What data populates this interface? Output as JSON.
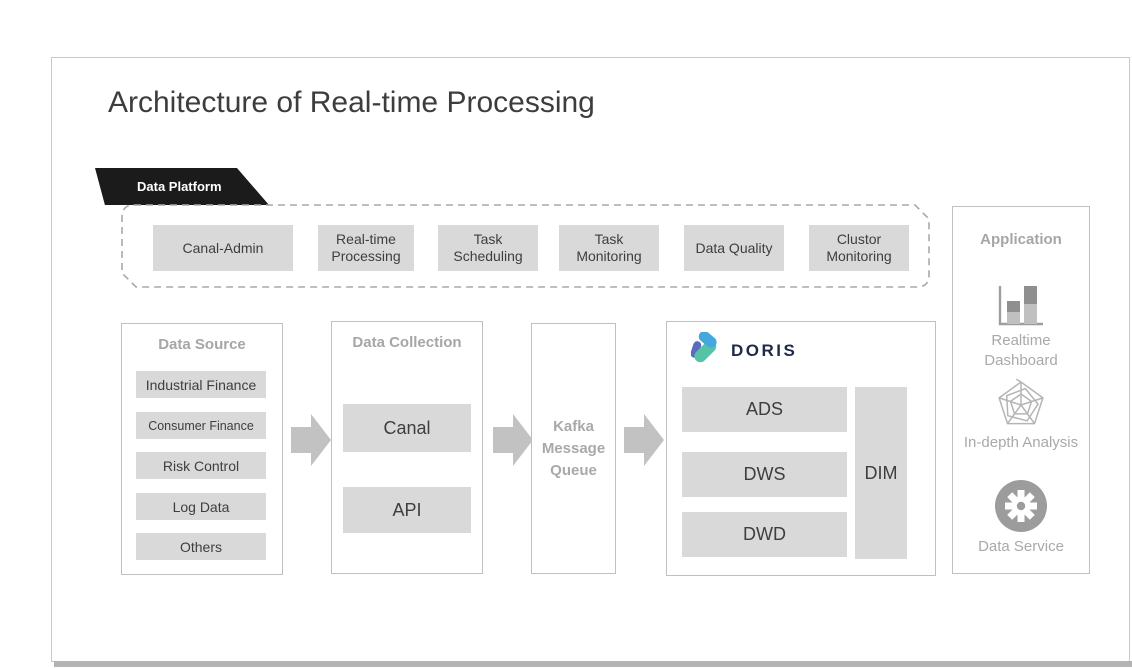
{
  "page": {
    "title": "Architecture of Real-time Processing"
  },
  "platform": {
    "banner_label": "Data Platform",
    "items": [
      {
        "label": "Canal-Admin"
      },
      {
        "label": "Real-time Processing"
      },
      {
        "label": "Task Scheduling"
      },
      {
        "label": "Task Monitoring"
      },
      {
        "label": "Data Quality"
      },
      {
        "label": "Clustor Monitoring"
      }
    ]
  },
  "data_source": {
    "title": "Data Source",
    "items": [
      {
        "label": "Industrial Finance"
      },
      {
        "label": "Consumer Finance"
      },
      {
        "label": "Risk Control"
      },
      {
        "label": "Log Data"
      },
      {
        "label": "Others"
      }
    ]
  },
  "data_collection": {
    "title": "Data Collection",
    "items": [
      {
        "label": "Canal"
      },
      {
        "label": "API"
      }
    ]
  },
  "kafka": {
    "title": "Kafka Message Queue"
  },
  "doris": {
    "brand": "DORIS",
    "layers": [
      {
        "label": "ADS"
      },
      {
        "label": "DWS"
      },
      {
        "label": "DWD"
      }
    ],
    "dim_label": "DIM"
  },
  "application": {
    "title": "Application",
    "items": [
      {
        "label": "Realtime Dashboard",
        "icon": "bar-chart-icon"
      },
      {
        "label": "In-depth Analysis",
        "icon": "radar-chart-icon"
      },
      {
        "label": "Data Service",
        "icon": "gear-icon"
      }
    ]
  },
  "colors": {
    "banner_black": "#1b1b1b",
    "box_gray": "#d9d9d9",
    "muted_text": "#a6a6a6",
    "dark_text": "#3e3e3e",
    "arrow_gray": "#c2c2c2",
    "doris_navy": "#1e2a47",
    "doris_blue": "#45a8dc",
    "doris_teal": "#56c3a7",
    "doris_purple": "#5b6bbf"
  }
}
